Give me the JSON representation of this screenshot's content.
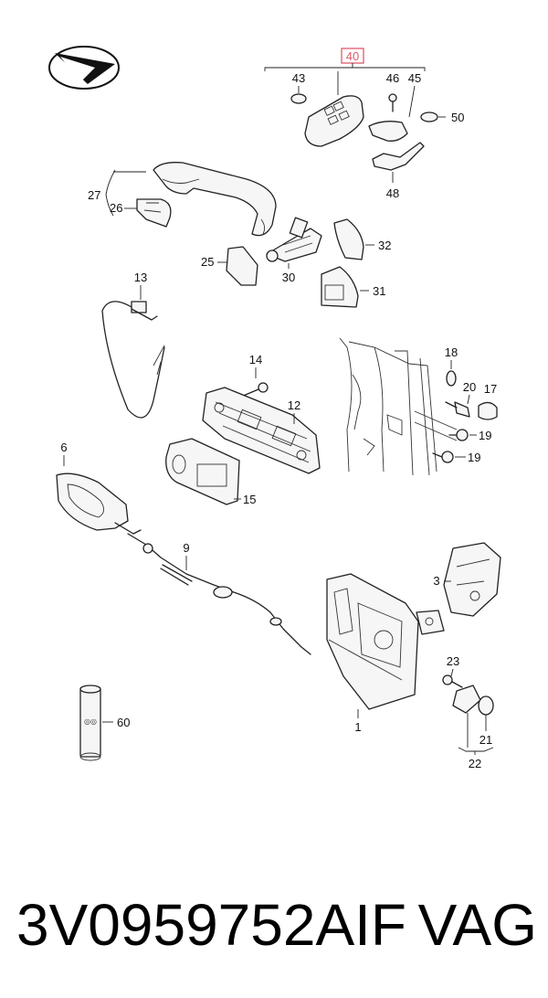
{
  "callouts": {
    "c40": "40",
    "c43": "43",
    "c46": "46",
    "c45": "45",
    "c50": "50",
    "c48": "48",
    "c27": "27",
    "c26": "26",
    "c32": "32",
    "c25": "25",
    "c30": "30",
    "c31": "31",
    "c13": "13",
    "c18": "18",
    "c20": "20",
    "c17": "17",
    "c14": "14",
    "c12": "12",
    "c19a": "19",
    "c19b": "19",
    "c6": "6",
    "c15": "15",
    "c9": "9",
    "c3": "3",
    "c23": "23",
    "c1": "1",
    "c21": "21",
    "c22": "22",
    "c60": "60"
  },
  "highlight_color": "#e05a6a",
  "caption": {
    "part_number": "3V0959752AIF",
    "brand": "VAG"
  }
}
